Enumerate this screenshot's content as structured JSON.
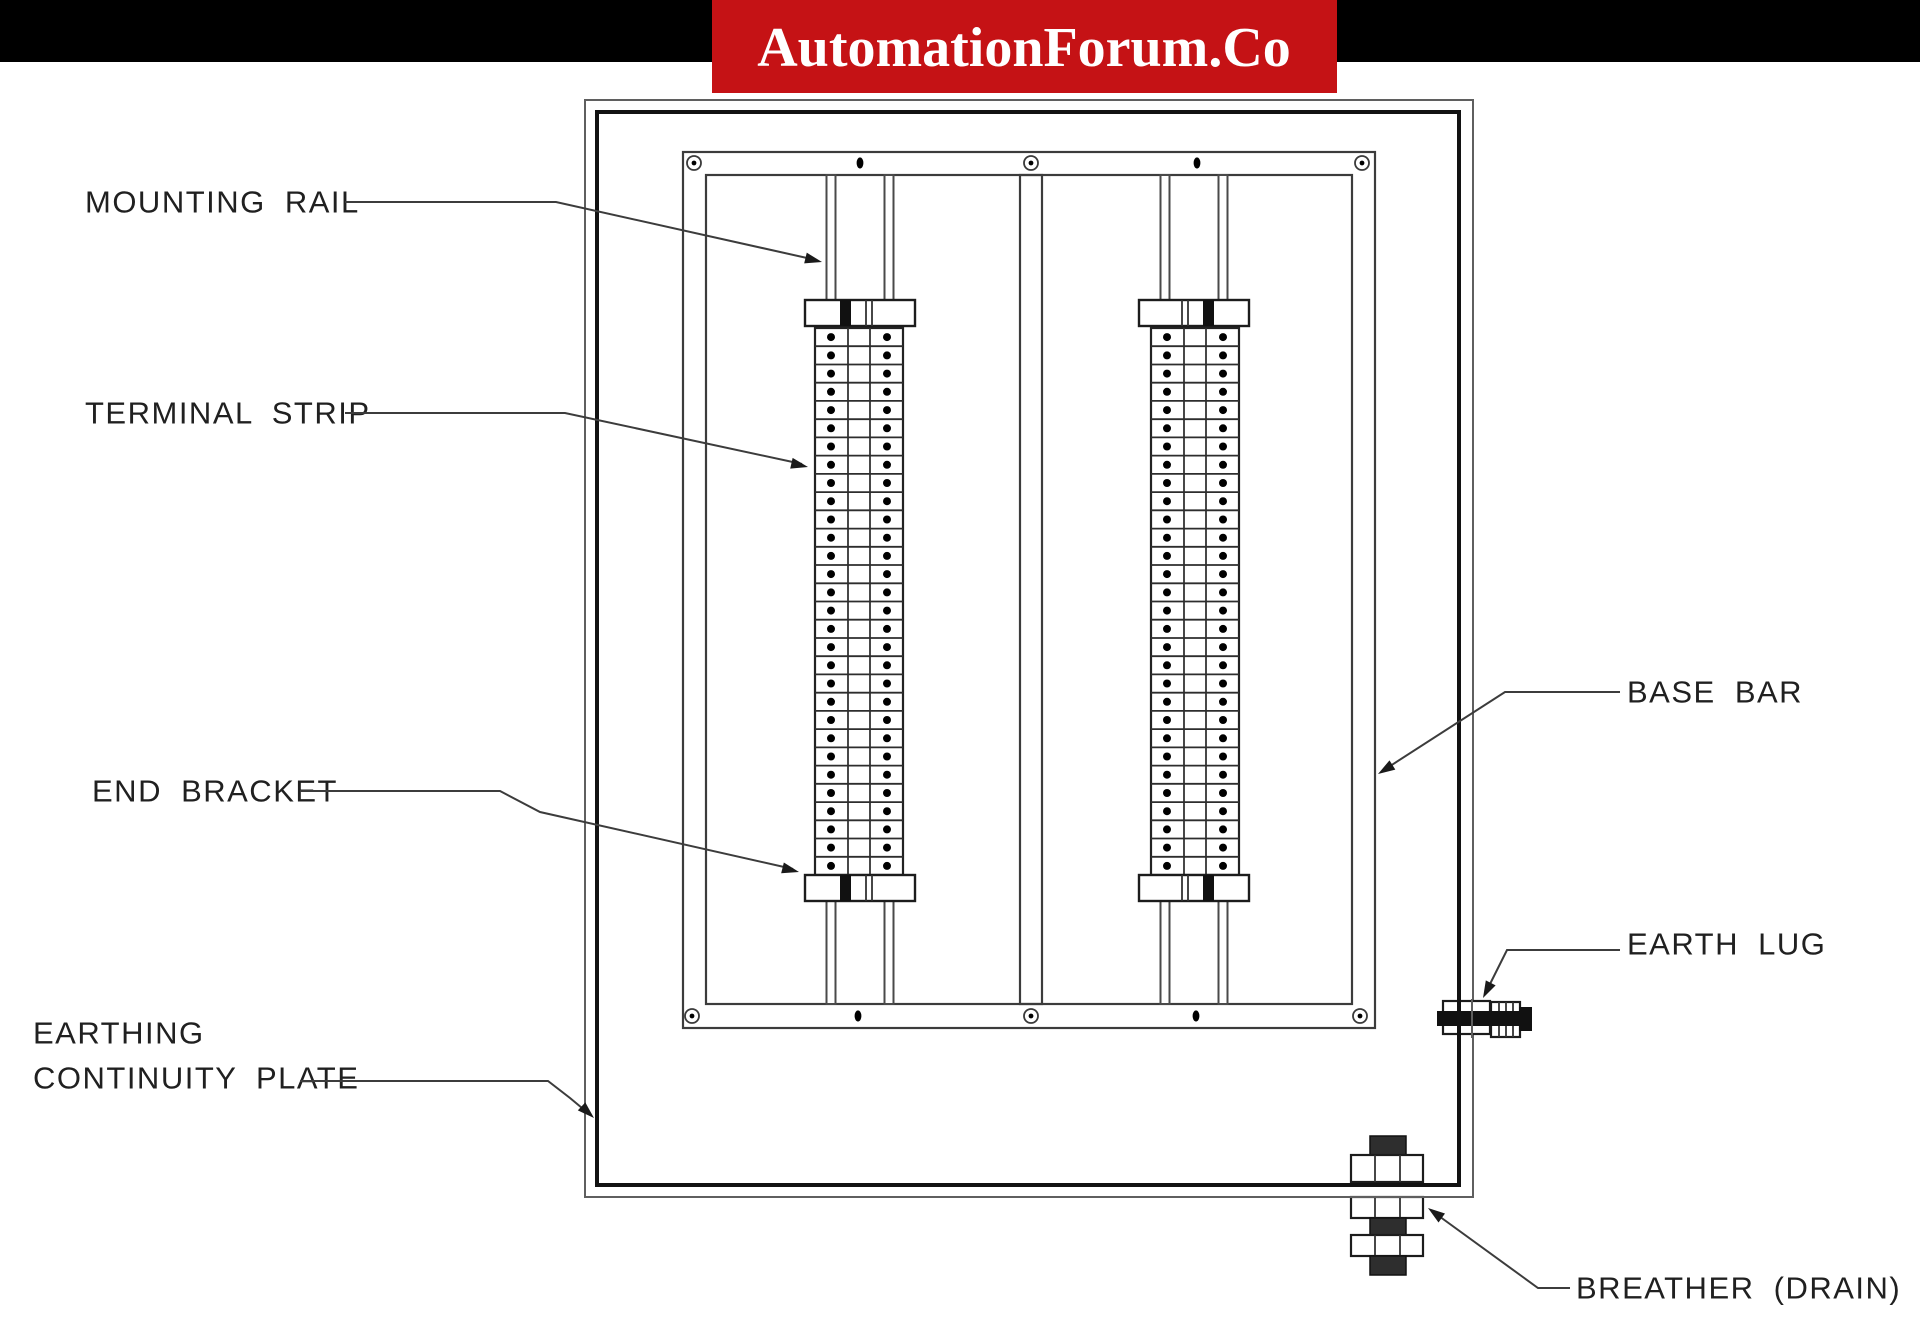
{
  "banner": {
    "text": "AutomationForum.Co",
    "background": "#c51215",
    "text_color": "#ffffff",
    "top_bar_color": "#000000"
  },
  "labels": {
    "mounting_rail": "MOUNTING RAIL",
    "terminal_strip": "TERMINAL STRIP",
    "end_bracket": "END BRACKET",
    "earthing_line1": "EARTHING",
    "earthing_line2": "CONTINUITY PLATE",
    "base_bar": "BASE BAR",
    "earth_lug": "EARTH LUG",
    "breather": "BREATHER (DRAIN)"
  },
  "diagram": {
    "terminal_rows": 30,
    "strip_count": 2,
    "line_color": "#2d2d2d"
  }
}
